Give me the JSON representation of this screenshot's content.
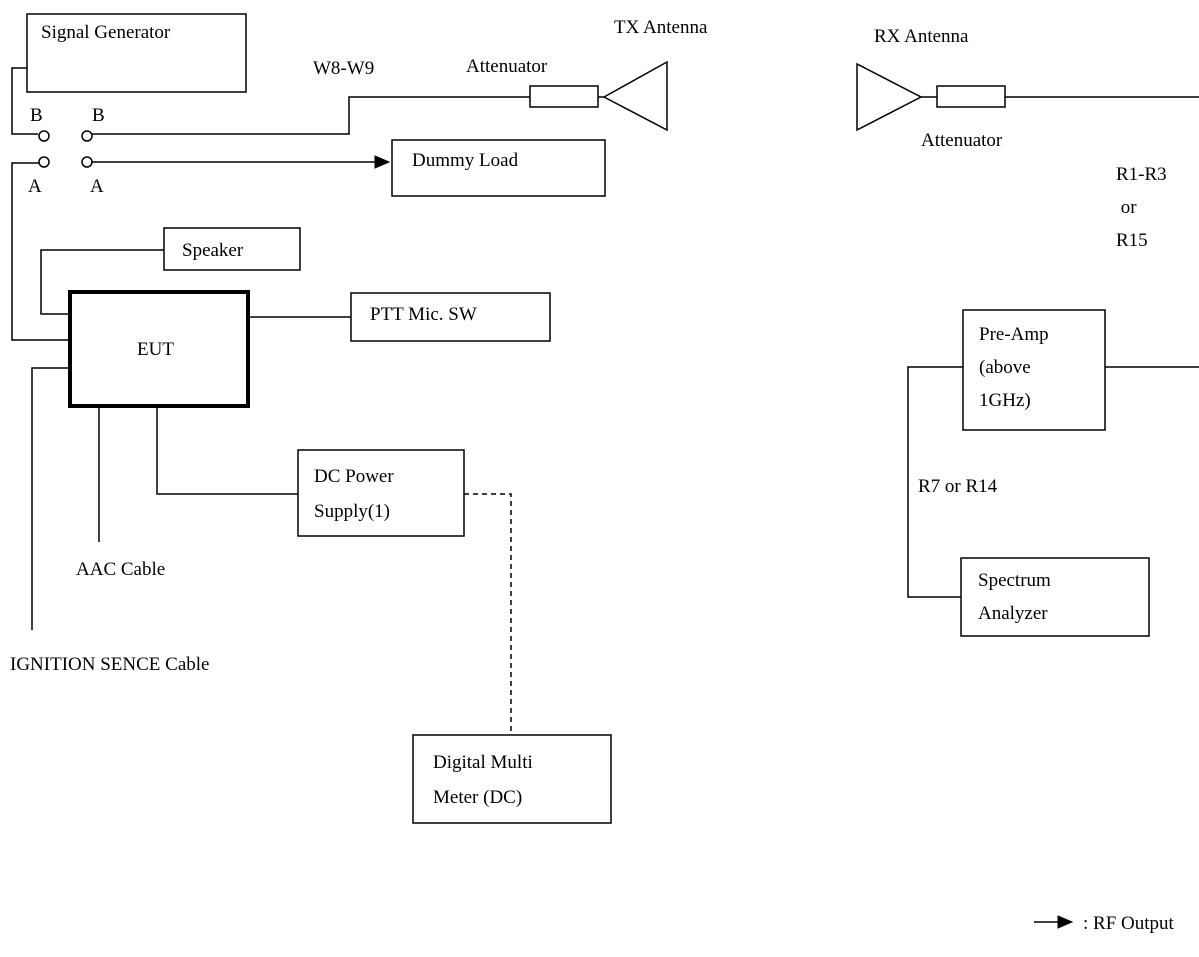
{
  "diagram": {
    "blocks": {
      "signal_generator": "Signal Generator",
      "dummy_load": "Dummy Load",
      "speaker": "Speaker",
      "eut": "EUT",
      "ptt_mic_sw": "PTT Mic. SW",
      "dc_power_supply": [
        "DC Power",
        "Supply(1)"
      ],
      "digital_multi_meter": [
        "Digital Multi",
        "Meter (DC)"
      ],
      "pre_amp": [
        "Pre-Amp",
        "(above",
        "1GHz)"
      ],
      "spectrum_analyzer": [
        "Spectrum",
        "Analyzer"
      ]
    },
    "labels": {
      "tx_antenna": "TX Antenna",
      "rx_antenna": "RX Antenna",
      "tx_attenuator": "Attenuator",
      "rx_attenuator": "Attenuator",
      "w8_w9": "W8-W9",
      "switch_b_left": "B",
      "switch_b_right": "B",
      "switch_a_left": "A",
      "switch_a_right": "A",
      "aac_cable": "AAC Cable",
      "ignition_cable": "IGNITION SENCE Cable",
      "r1_r3_or_r15": [
        "R1-R3",
        " or",
        "R15"
      ],
      "r7_or_r14": "R7 or R14"
    },
    "legend": {
      "rf_output": ": RF Output"
    }
  }
}
